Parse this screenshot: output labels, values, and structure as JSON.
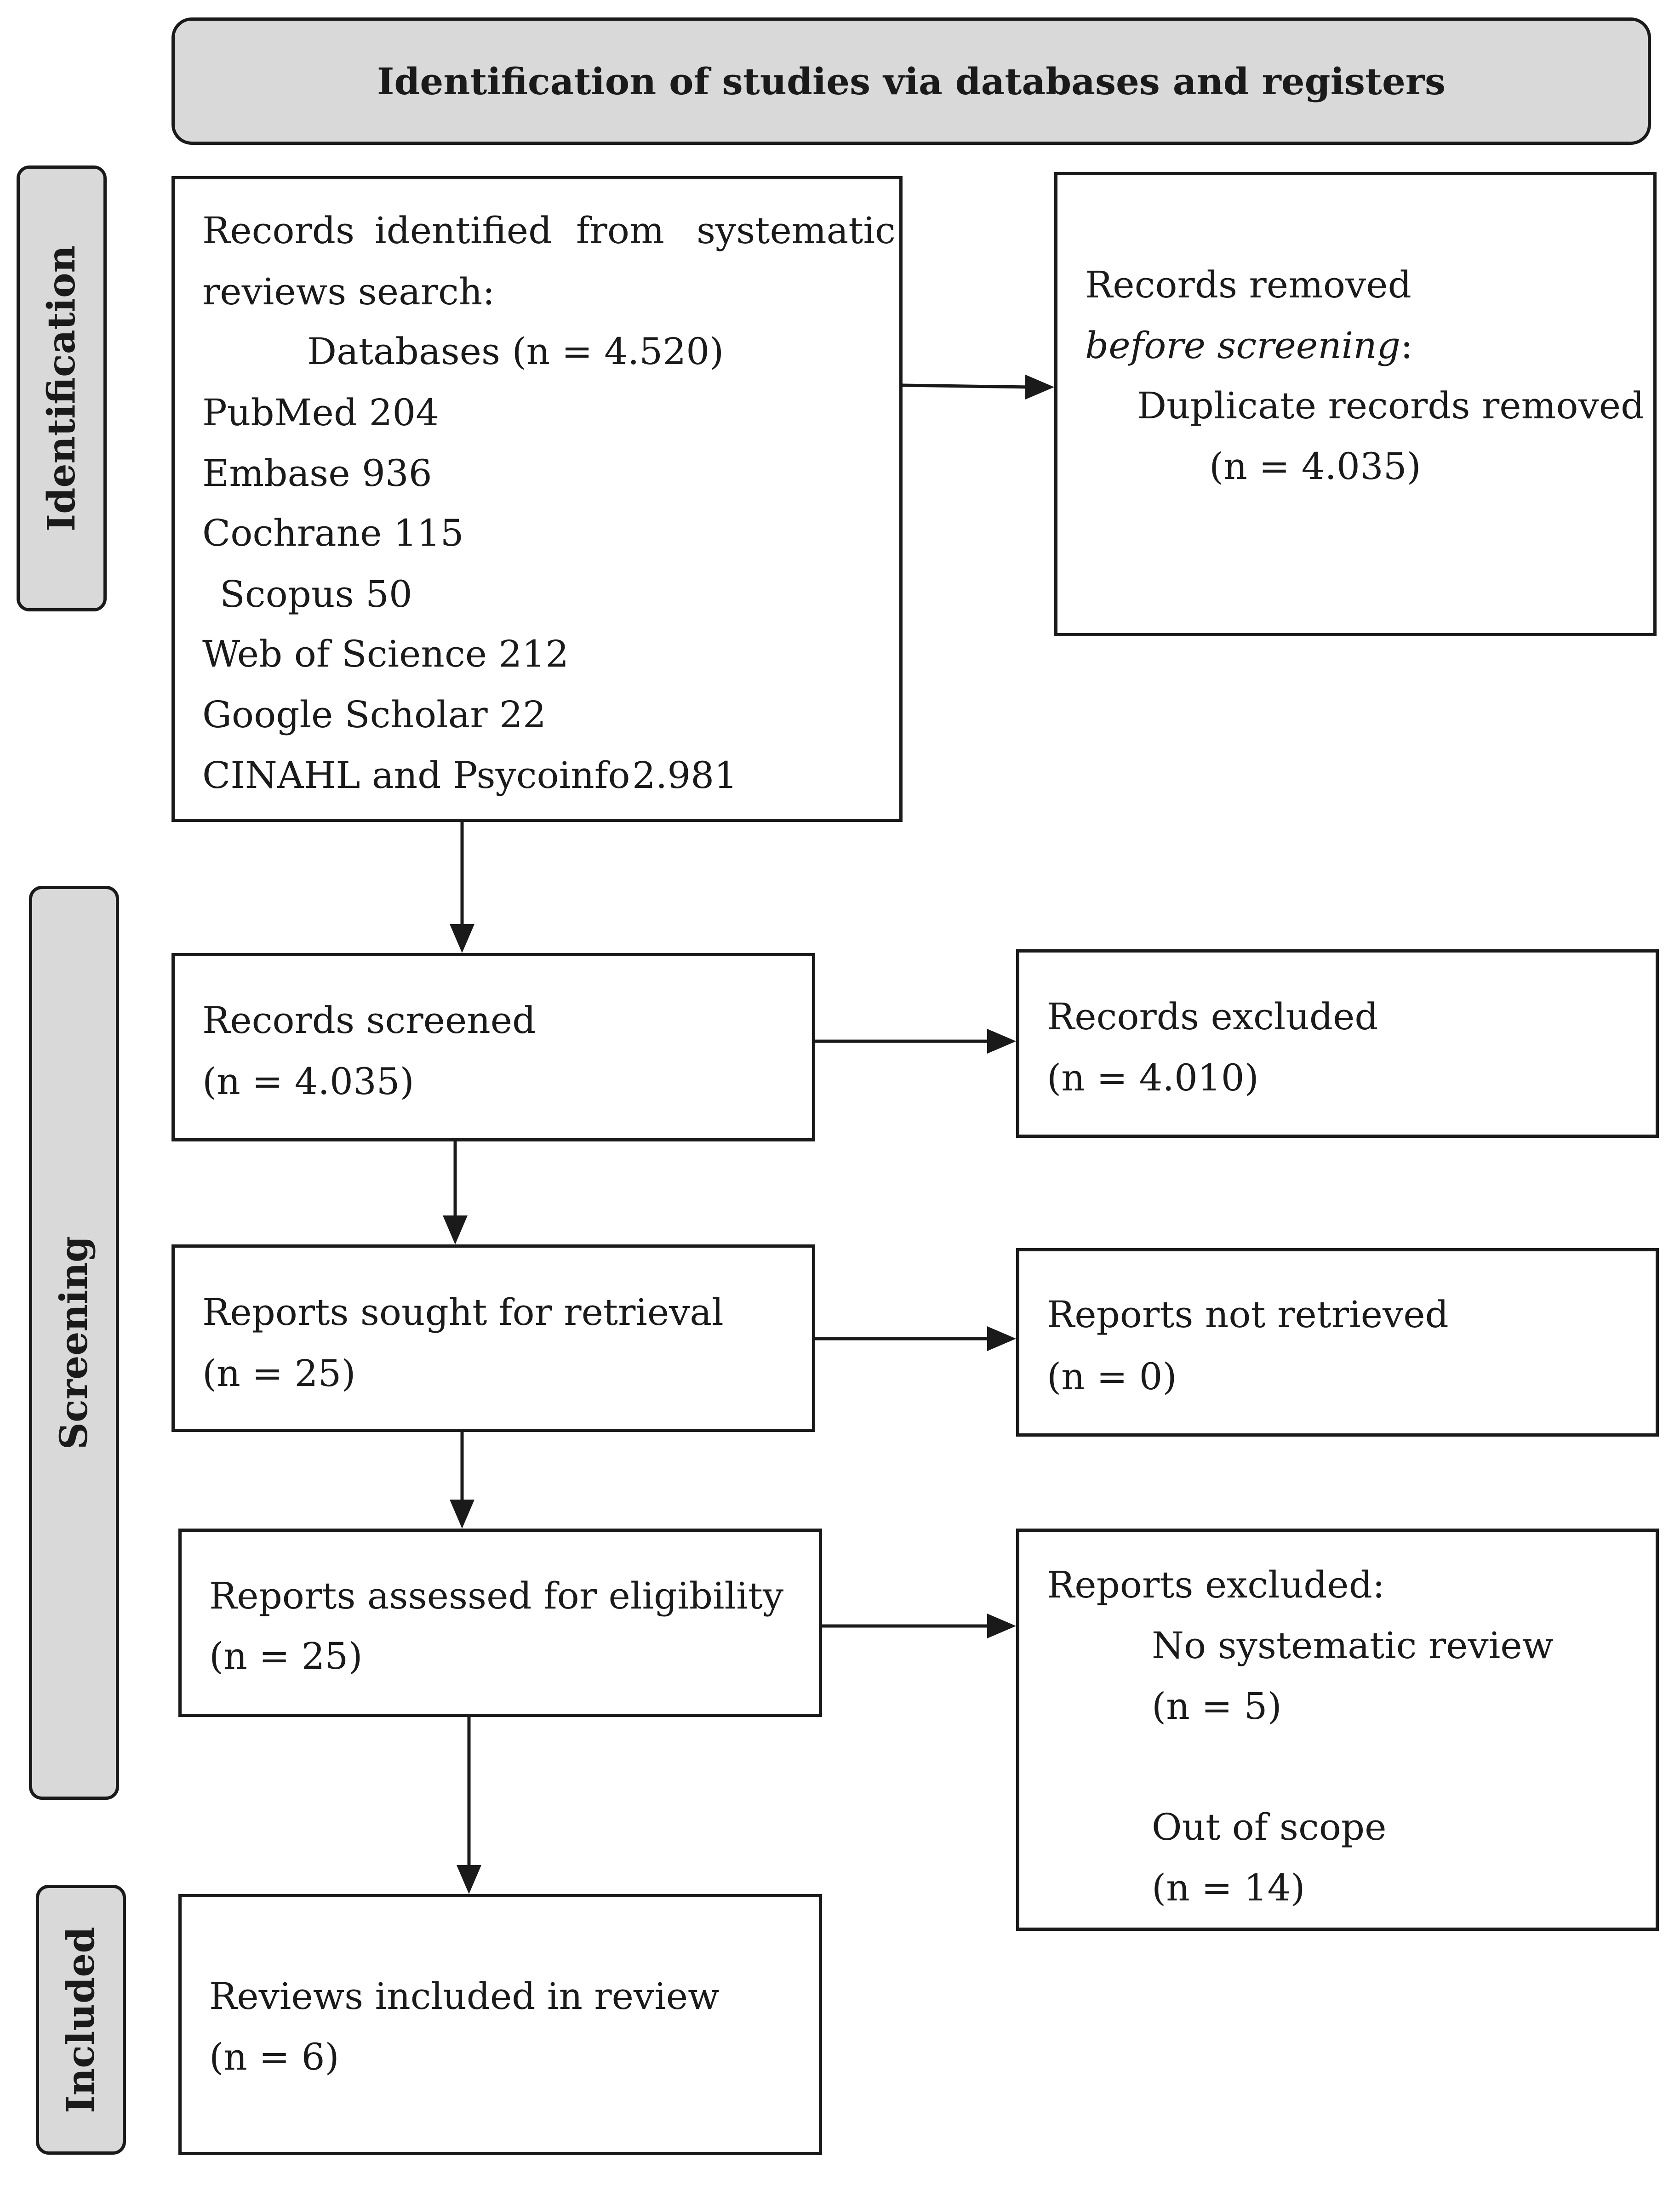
{
  "header": {
    "title": "Identification of studies via databases and registers"
  },
  "phases": {
    "identification": "Identification",
    "screening": "Screening",
    "included": "Included"
  },
  "identified": {
    "line1_words": [
      "Records",
      "identified",
      "from",
      "systematic"
    ],
    "line2": "reviews search:",
    "databases": "Databases (n = 4.520)",
    "pubmed": "PubMed 204",
    "embase": "Embase 936",
    "cochrane": "Cochrane 115",
    "scopus": "Scopus 50",
    "wos": "Web of Science 212",
    "google": "Google Scholar 22",
    "cinahl_label": "CINAHL and Psycoinfo",
    "cinahl_value": "2.981"
  },
  "removed": {
    "line1": "Records removed",
    "line2_italic": "before screening",
    "line2_colon": ":",
    "line3": "Duplicate records removed",
    "line4": "(n = 4.035)"
  },
  "screened": {
    "label": "Records screened",
    "count": "(n = 4.035)"
  },
  "excluded": {
    "label": "Records excluded",
    "count": "(n = 4.010)"
  },
  "sought": {
    "label": "Reports sought for retrieval",
    "count": "(n = 25)"
  },
  "not_retrieved": {
    "label": "Reports not retrieved",
    "count": "(n = 0)"
  },
  "assessed": {
    "label": "Reports assessed for eligibility",
    "count": "(n = 25)"
  },
  "reports_excluded": {
    "label": "Reports excluded:",
    "reason1": "No systematic review",
    "reason1_count": "(n = 5)",
    "reason2": "Out of scope",
    "reason2_count": "(n = 14)"
  },
  "included": {
    "label": "Reviews included in review",
    "count": "(n = 6)"
  }
}
